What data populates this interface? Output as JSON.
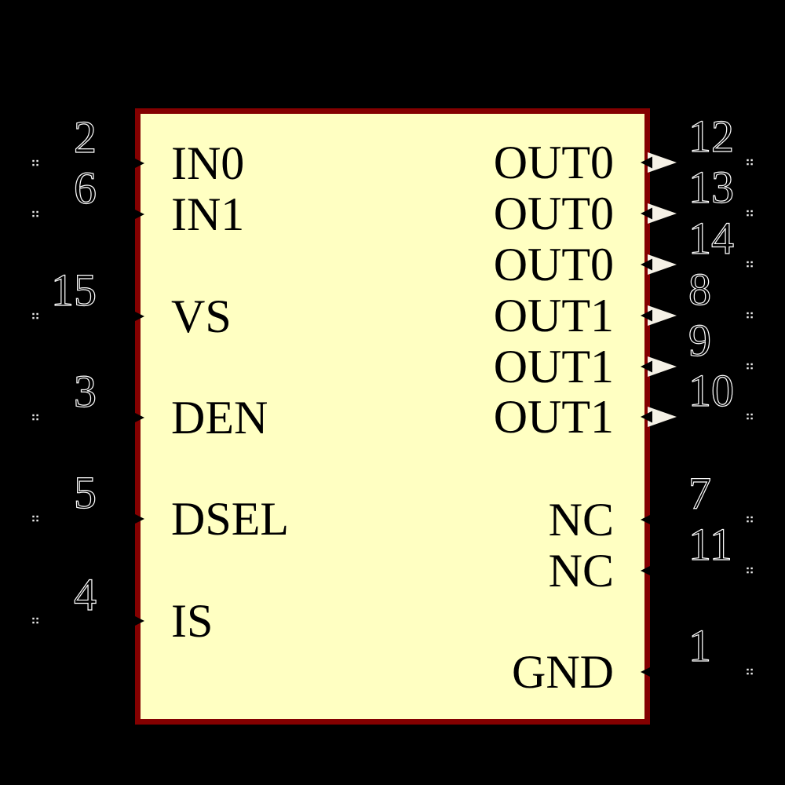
{
  "schematic_symbol": {
    "kind": "ic-schematic-symbol",
    "colors": {
      "background": "#000000",
      "body_fill": "#FFFFC2",
      "body_border": "#840000",
      "pin_label_text": "#000000",
      "pin_number_fill": "#000000",
      "pin_number_outline": "#FFFFFF",
      "output_triangle": "#F5F1E6",
      "endpoint_marker": "#EDEDED",
      "pin_line": "#000000"
    },
    "pins": {
      "left": [
        {
          "number": "2",
          "name": "IN0"
        },
        {
          "number": "6",
          "name": "IN1"
        },
        {
          "number": "15",
          "name": "VS"
        },
        {
          "number": "3",
          "name": "DEN"
        },
        {
          "number": "5",
          "name": "DSEL"
        },
        {
          "number": "4",
          "name": "IS"
        }
      ],
      "right": [
        {
          "number": "12",
          "name": "OUT0",
          "output_triangle": true
        },
        {
          "number": "13",
          "name": "OUT0",
          "output_triangle": true
        },
        {
          "number": "14",
          "name": "OUT0",
          "output_triangle": true
        },
        {
          "number": "8",
          "name": "OUT1",
          "output_triangle": true
        },
        {
          "number": "9",
          "name": "OUT1",
          "output_triangle": true
        },
        {
          "number": "10",
          "name": "OUT1",
          "output_triangle": true
        },
        {
          "number": "7",
          "name": "NC",
          "output_triangle": false
        },
        {
          "number": "11",
          "name": "NC",
          "output_triangle": false
        },
        {
          "number": "1",
          "name": "GND",
          "output_triangle": false
        }
      ]
    }
  }
}
